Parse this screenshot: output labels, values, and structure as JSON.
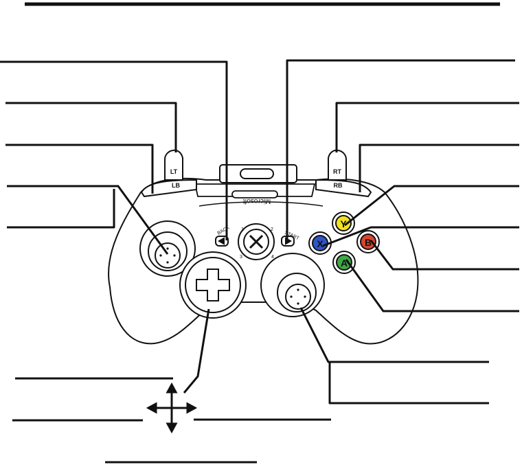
{
  "controller": {
    "bumper_labels": {
      "left_bumper": "LB",
      "right_bumper": "RB"
    },
    "trigger_labels": {
      "left_trigger": "LT",
      "right_trigger": "RT"
    },
    "center_labels": {
      "back": "BACK",
      "start": "START",
      "brand": "Microsoft"
    },
    "player_quadrants": [
      "1",
      "2",
      "3",
      "4"
    ],
    "face_buttons": [
      {
        "key": "y",
        "label": "Y",
        "color": "#f2e21f"
      },
      {
        "key": "x",
        "label": "X",
        "color": "#2f55c9"
      },
      {
        "key": "b",
        "label": "B",
        "color": "#d9452e"
      },
      {
        "key": "a",
        "label": "A",
        "color": "#3fa845"
      }
    ]
  },
  "colors": {
    "outline": "#111111",
    "fill": "#ffffff"
  },
  "icons": [
    "four-way-arrow-icon",
    "xbox-guide-icon"
  ]
}
